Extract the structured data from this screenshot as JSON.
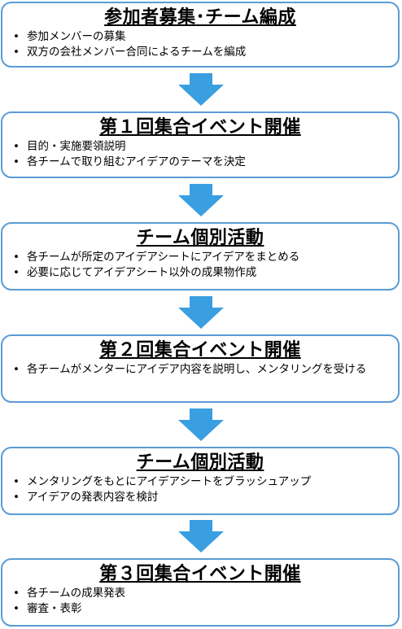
{
  "colors": {
    "box_border": "#5b9bd5",
    "arrow_fill": "#3a9fe0",
    "text": "#000000"
  },
  "steps": [
    {
      "title": "参加者募集･チーム編成",
      "bullets": [
        "参加メンバーの募集",
        "双方の会社メンバー合同によるチームを編成"
      ]
    },
    {
      "title": "第１回集合イベント開催",
      "bullets": [
        "目的・実施要領説明",
        "各チームで取り組むアイデアのテーマを決定"
      ]
    },
    {
      "title": "チーム個別活動",
      "bullets": [
        "各チームが所定のアイデアシートにアイデアをまとめる",
        "必要に応じてアイデアシート以外の成果物作成"
      ]
    },
    {
      "title": "第２回集合イベント開催",
      "bullets": [
        "各チームがメンターにアイデア内容を説明し、メンタリングを受ける"
      ]
    },
    {
      "title": "チーム個別活動",
      "bullets": [
        "メンタリングをもとにアイデアシートをブラッシュアップ",
        "アイデアの発表内容を検討"
      ]
    },
    {
      "title": "第３回集合イベント開催",
      "bullets": [
        "各チームの成果発表",
        "審査・表彰"
      ]
    }
  ],
  "arrow_icon": "down-arrow-icon"
}
